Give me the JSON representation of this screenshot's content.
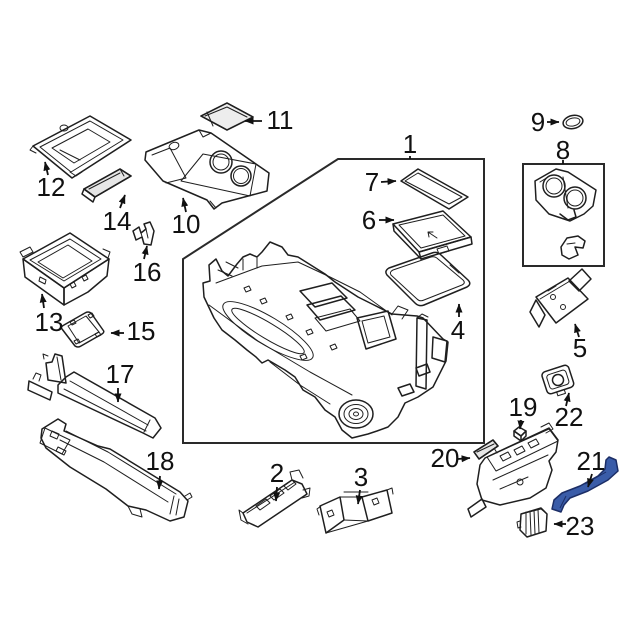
{
  "page": {
    "description": "Exploded-view parts diagram of a vehicle floor center console with numbered callouts",
    "background": "#ffffff",
    "line_color": "#1f1f1f",
    "highlight_color": "#3a5ca8",
    "highlighted_callout": "21"
  },
  "callouts": [
    {
      "label": "1"
    },
    {
      "label": "2"
    },
    {
      "label": "3"
    },
    {
      "label": "4"
    },
    {
      "label": "5"
    },
    {
      "label": "6"
    },
    {
      "label": "7"
    },
    {
      "label": "8"
    },
    {
      "label": "9"
    },
    {
      "label": "10"
    },
    {
      "label": "11"
    },
    {
      "label": "12"
    },
    {
      "label": "13"
    },
    {
      "label": "14"
    },
    {
      "label": "15"
    },
    {
      "label": "16"
    },
    {
      "label": "17"
    },
    {
      "label": "18"
    },
    {
      "label": "19"
    },
    {
      "label": "20"
    },
    {
      "label": "21"
    },
    {
      "label": "22"
    },
    {
      "label": "23"
    }
  ]
}
